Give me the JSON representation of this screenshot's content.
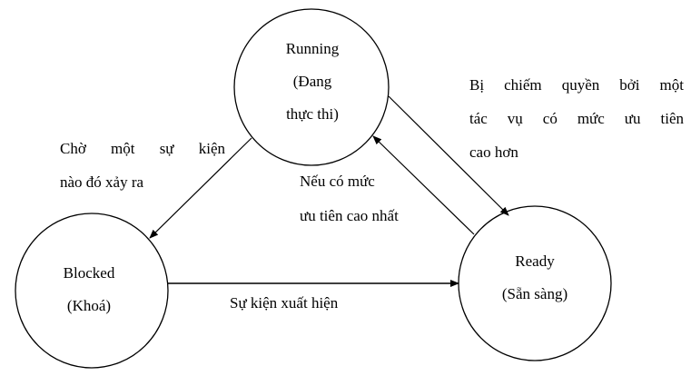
{
  "states": {
    "running": {
      "line1": "Running",
      "line2": "(Đang",
      "line3": "thực thi)"
    },
    "blocked": {
      "line1": "Blocked",
      "line2": "(Khoá)"
    },
    "ready": {
      "line1": "Ready",
      "line2": "(Sẵn sàng)"
    }
  },
  "transitions": {
    "running_to_ready": {
      "line1": "Bị chiếm quyền bởi một",
      "line2": "tác vụ có mức ưu tiên",
      "line3": "cao hơn"
    },
    "running_to_blocked": {
      "line1": "Chờ một sự kiện",
      "line2": "nào đó xảy ra"
    },
    "ready_to_running": {
      "line1": "Nếu có mức",
      "line2": "ưu tiên cao nhất"
    },
    "blocked_to_ready": {
      "line1": "Sự kiện xuất hiện"
    }
  }
}
